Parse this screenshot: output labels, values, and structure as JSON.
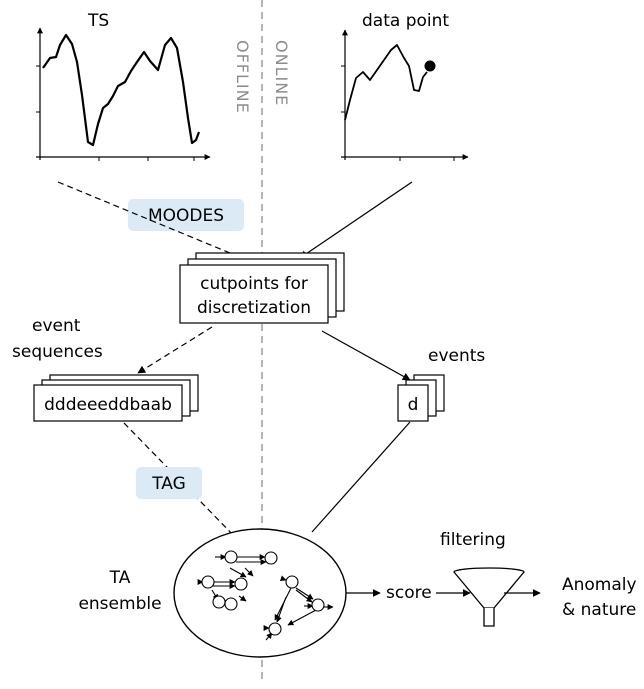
{
  "offline_label": "OFFLINE",
  "online_label": "ONLINE",
  "ts_plot": {
    "title": "TS"
  },
  "dp_plot": {
    "title": "data point"
  },
  "moodes_label": "MOODES",
  "cutpoints": {
    "line1": "cutpoints for",
    "line2": "discretization"
  },
  "event_sequences": {
    "line1": "event",
    "line2": "sequences",
    "example": "dddeeeddbaab"
  },
  "events": {
    "label": "events",
    "example": "d"
  },
  "tag_label": "TAG",
  "ta_ensemble": {
    "line1": "TA",
    "line2": "ensemble"
  },
  "score_label": "score",
  "filtering_label": "filtering",
  "output": {
    "line1": "Anomaly",
    "line2": "& nature"
  },
  "colors": {
    "tag_fill": "#dbeaf4",
    "divider": "#9e9e9e",
    "vertical_text": "#8c8c8c"
  }
}
